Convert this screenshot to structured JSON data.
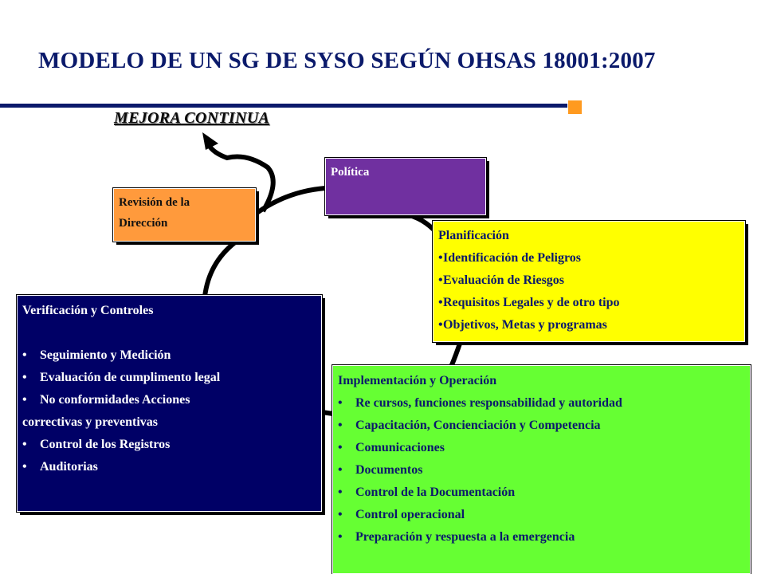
{
  "title": "MODELO DE UN SG DE SYSO SEGÚN  OHSAS 18001:2007",
  "mejora": "MEJORA CONTINUA",
  "politica": {
    "label": "Política"
  },
  "revision": {
    "line1": "Revisión de la",
    "line2": "Dirección"
  },
  "planificacion": {
    "head": "Planificación",
    "items": [
      {
        "bullet": "•",
        "text": " Identificación de Peligros"
      },
      {
        "bullet": "•",
        "text": "Evaluación   de Riesgos"
      },
      {
        "bullet": "•",
        "text": " Requisitos Legales y de otro tipo"
      },
      {
        "bullet": "•",
        "text": " Objetivos, Metas y programas"
      }
    ]
  },
  "verificacion": {
    "head": "Verificación y Controles",
    "items": [
      "Seguimiento y Medición",
      "Evaluación de cumplimento legal",
      "No conformidades Acciones"
    ],
    "continuation": "correctivas y    preventivas",
    "items2": [
      " Control de los Registros",
      "Auditorias"
    ]
  },
  "implementacion": {
    "head": "Implementación y Operación",
    "items": [
      "Re cursos, funciones  responsabilidad y autoridad",
      "Capacitación, Concienciación y Competencia",
      "Comunicaciones",
      "Documentos",
      "Control de la Documentación",
      "Control operacional",
      "Preparación y respuesta a la emergencia"
    ]
  },
  "bullet_symbol": "•",
  "colors": {
    "title": "#0b1a6b",
    "politica": "#7030a0",
    "revision": "#ff9a3c",
    "planificacion": "#ffff00",
    "verificacion": "#000066",
    "implementacion": "#66ff33",
    "accent_square": "#ff9a1f"
  }
}
